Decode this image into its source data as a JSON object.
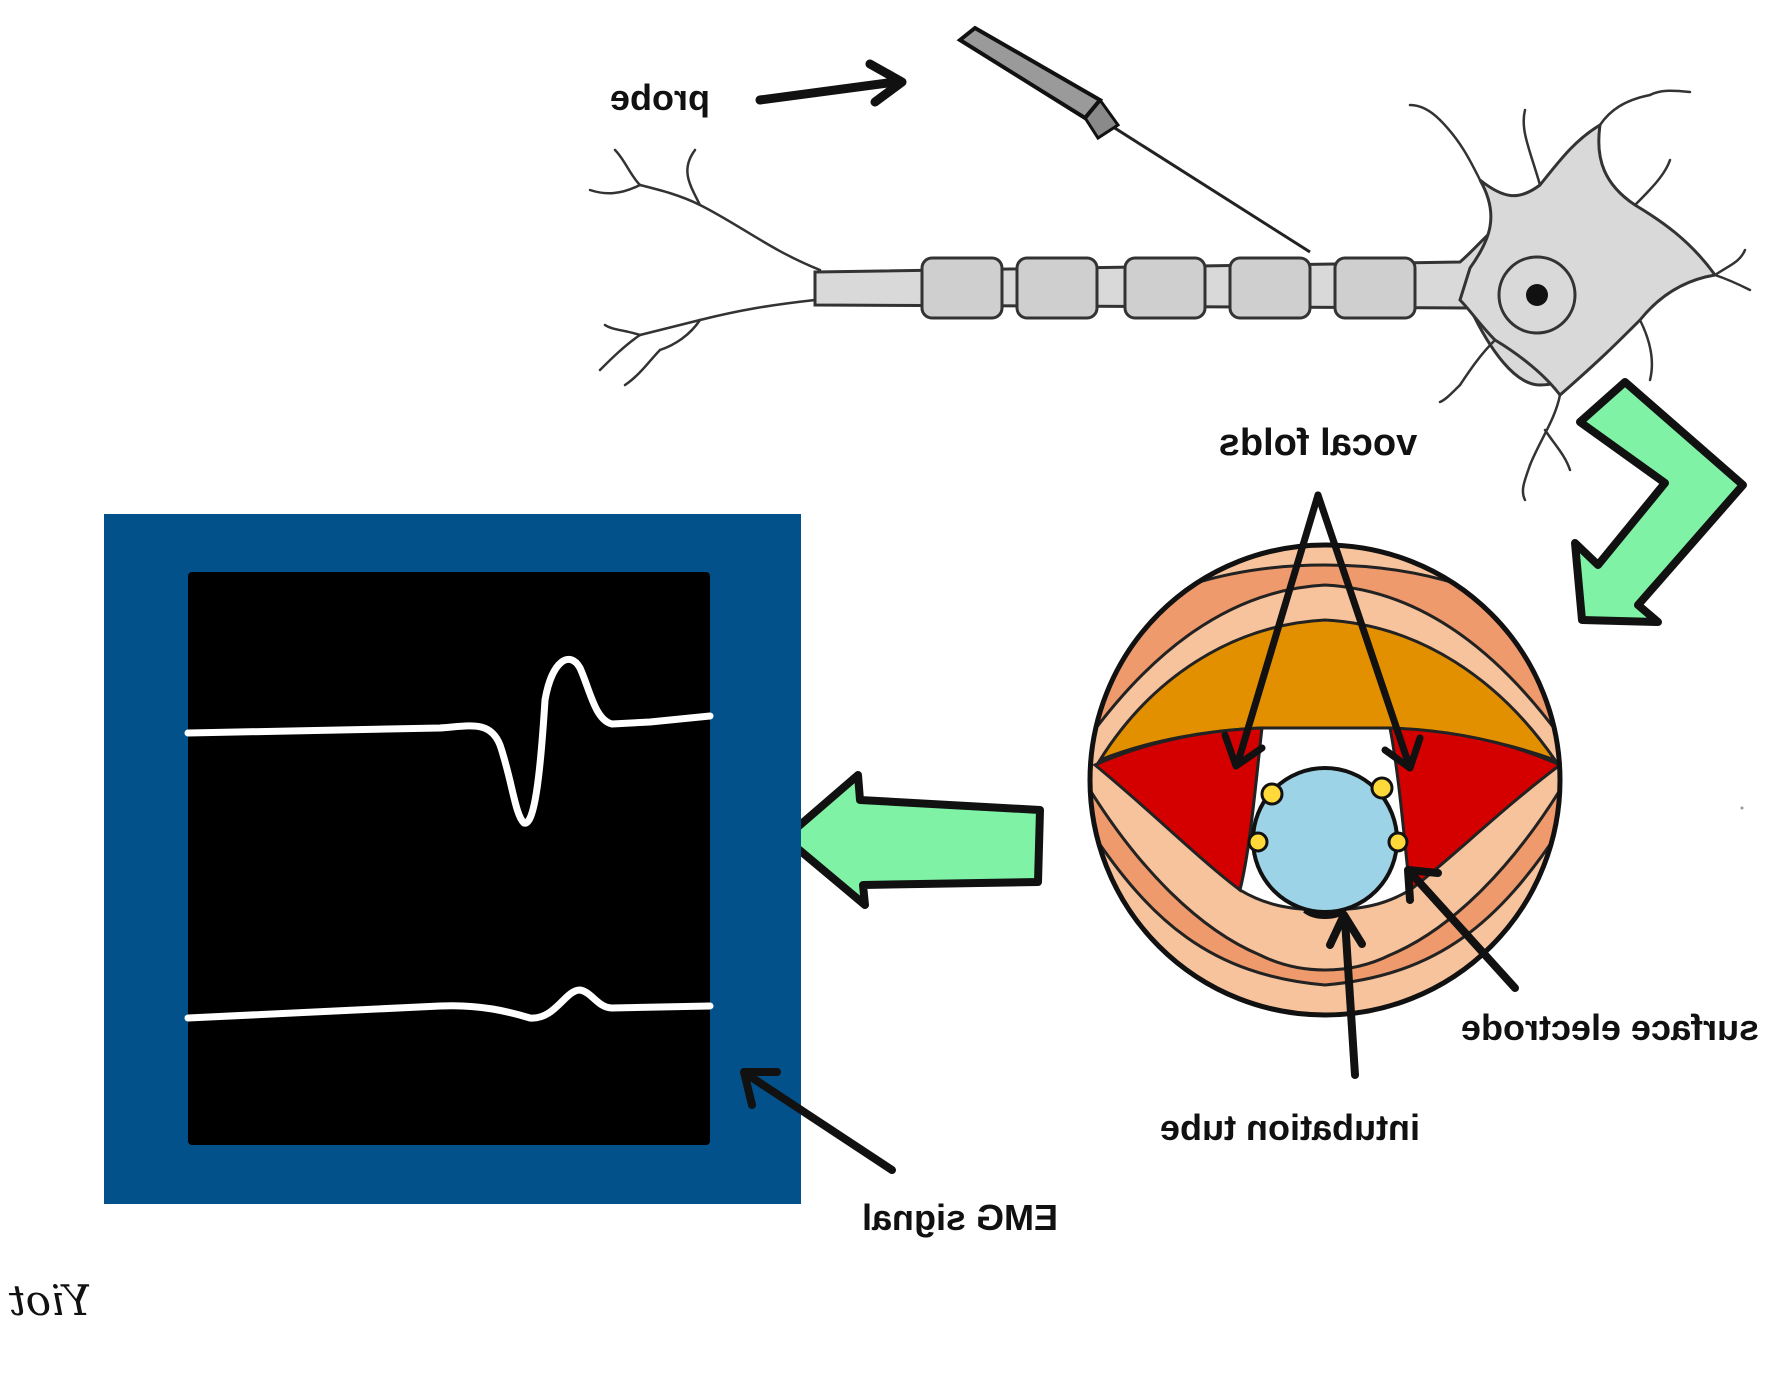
{
  "labels": {
    "probe": "probe",
    "vocal_folds": "vocal folds",
    "surface_electrode": "surface electrode",
    "intubation_tube": "intubation tube",
    "emg_signal": "EMG signal"
  },
  "colors": {
    "monitor_frame": "#03518a",
    "monitor_screen": "#000000",
    "signal_trace": "#ffffff",
    "flow_arrow": "#80f2a6",
    "neuron_fill": "#d9d9d9",
    "myelin_fill": "#cfcfcf",
    "outer_tissue": "#f7c39d",
    "mid_tissue": "#ee9a6c",
    "epiglottis": "#e39000",
    "vocal_fold_red": "#d40000",
    "airway_white": "#ffffff",
    "tube_blue": "#9dd3e6",
    "electrode_yellow": "#ffd83a",
    "ink": "#111111"
  },
  "icons": {
    "probe": "probe-needle-icon",
    "neuron": "neuron-icon",
    "larynx": "larynx-cross-section-icon",
    "monitor": "emg-monitor-icon",
    "signature": "artist-signature"
  },
  "artist_signature": "Yiot"
}
